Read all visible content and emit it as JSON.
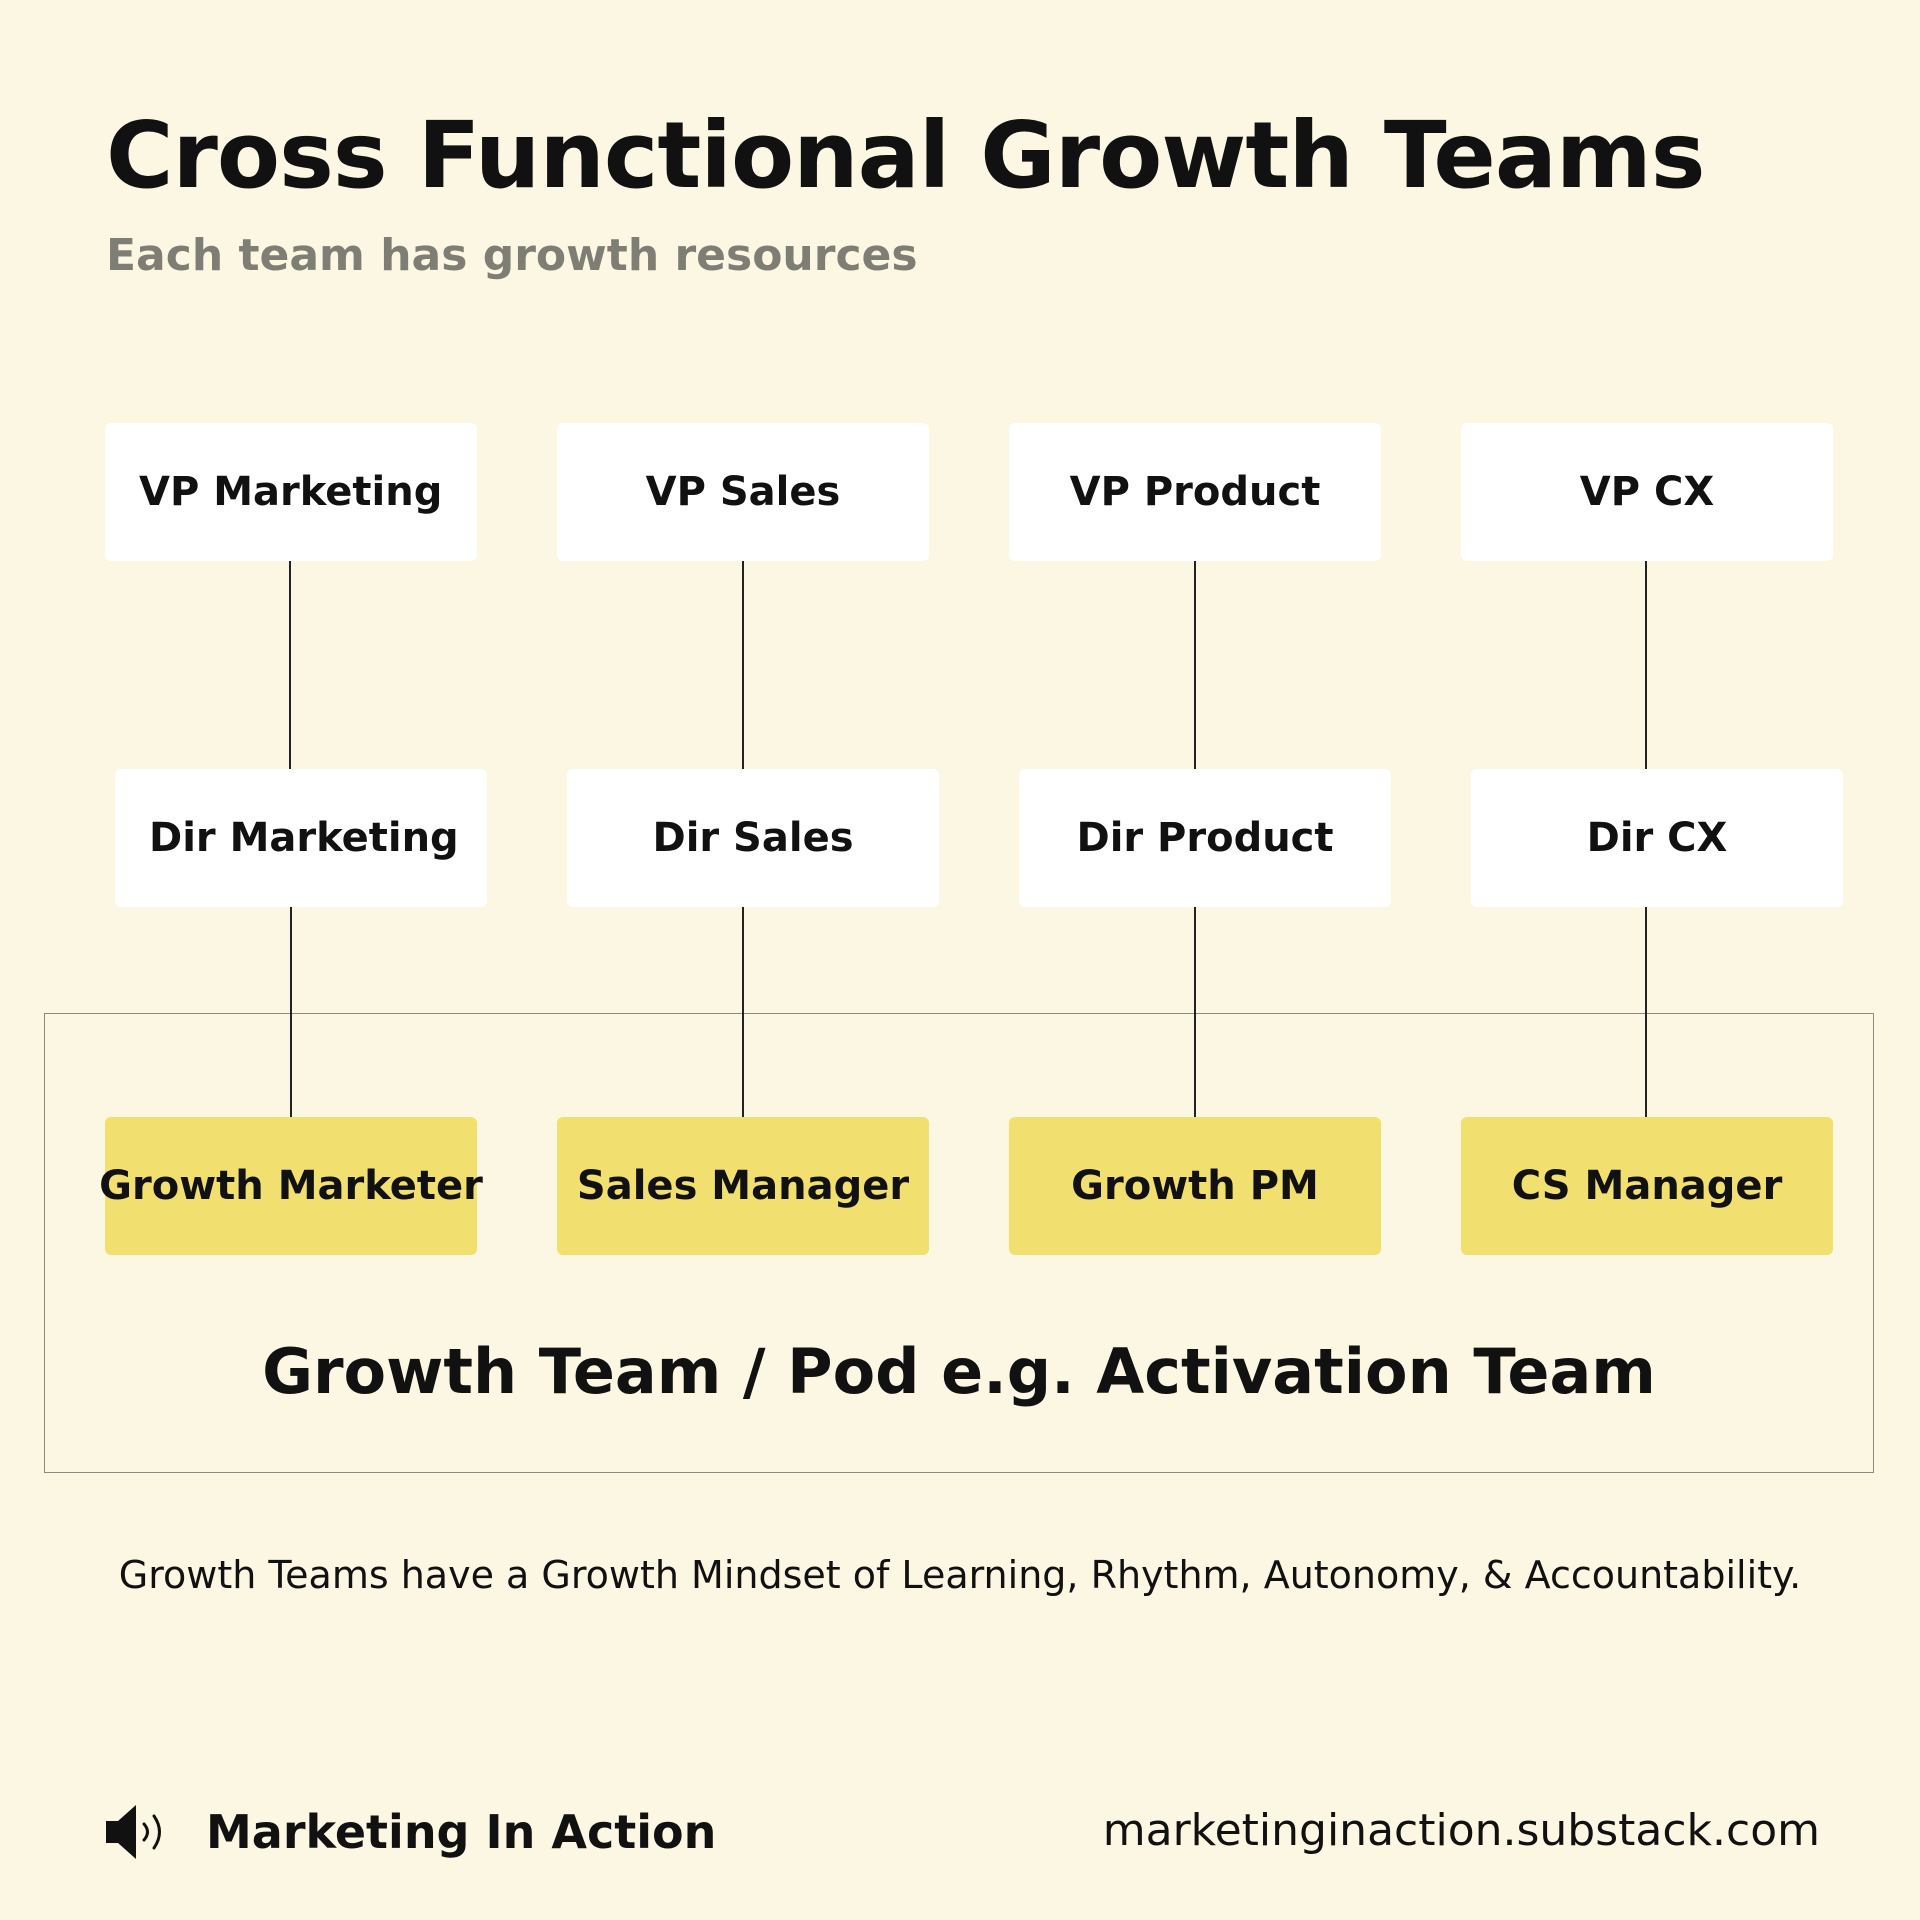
{
  "header": {
    "title": "Cross Functional Growth Teams",
    "subtitle": "Each team has growth resources"
  },
  "org_chart": {
    "vp_row": [
      "VP Marketing",
      "VP Sales",
      "VP Product",
      "VP CX"
    ],
    "dir_row": [
      "Dir Marketing",
      "Dir Sales",
      "Dir Product",
      "Dir CX"
    ],
    "growth_row": [
      "Growth Marketer",
      "Sales Manager",
      "Growth PM",
      "CS Manager"
    ],
    "pod_label": "Growth Team / Pod e.g. Activation Team"
  },
  "mindset_note": "Growth Teams have a Growth Mindset of Learning, Rhythm, Autonomy, & Accountability.",
  "footer": {
    "brand_name": "Marketing In Action",
    "brand_icon": "megaphone-icon",
    "website": "marketinginaction.substack.com"
  },
  "colors": {
    "background": "#fcf7e3",
    "box": "#ffffff",
    "highlight_box": "#f1df70",
    "subtitle": "#7f7e74"
  }
}
